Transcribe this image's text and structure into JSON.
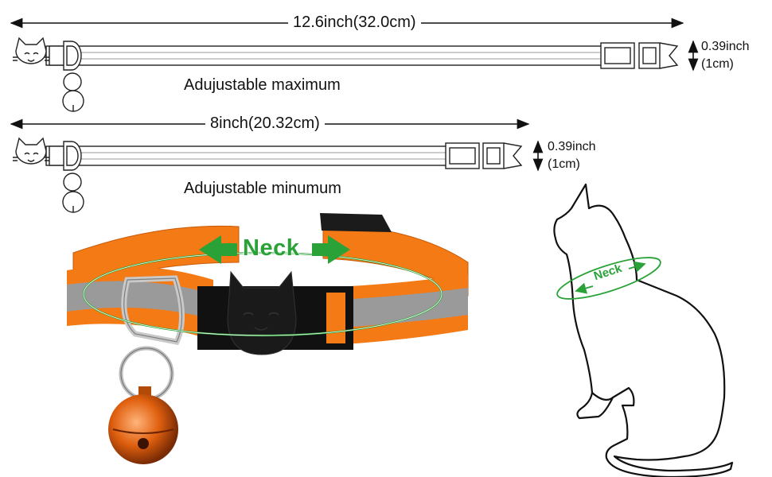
{
  "top_collar": {
    "length_label": "12.6inch(32.0cm)",
    "width_label_line1": "0.39inch",
    "width_label_line2": "(1cm)",
    "caption": "Adujustable maximum"
  },
  "bottom_collar": {
    "length_label": "8inch(20.32cm)",
    "width_label_line1": "0.39inch",
    "width_label_line2": "(1cm)",
    "caption": "Adujustable minumum"
  },
  "photo": {
    "neck_label": "Neck",
    "collar_color": "#f47a16",
    "reflective_color": "#9a9a9a",
    "arrow_color": "#2aa238"
  },
  "cat_outline": {
    "neck_label": "Neck"
  }
}
